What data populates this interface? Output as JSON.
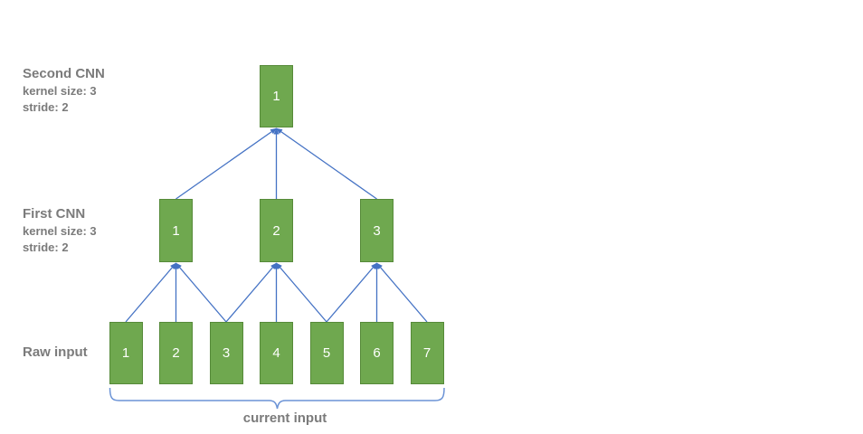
{
  "colors": {
    "box_fill": "#6FA84F",
    "box_border": "#568A39",
    "box_text": "#FFFFFF",
    "arrow": "#4472C4",
    "brace": "#6B93D6",
    "label_text": "#7B7B7B",
    "background": "#FFFFFF"
  },
  "labels": {
    "second_cnn": {
      "title": "Second CNN",
      "kernel": "kernel size: 3",
      "stride": "stride: 2"
    },
    "first_cnn": {
      "title": "First CNN",
      "kernel": "kernel size: 3",
      "stride": "stride: 2"
    },
    "raw_input": {
      "title": "Raw input"
    }
  },
  "boxes": {
    "second_cnn": [
      "1"
    ],
    "first_cnn": [
      "1",
      "2",
      "3"
    ],
    "raw_input": [
      "1",
      "2",
      "3",
      "4",
      "5",
      "6",
      "7"
    ]
  },
  "brace_label": "current input",
  "connections": [
    {
      "from": "raw_input.1",
      "to": "first_cnn.1"
    },
    {
      "from": "raw_input.2",
      "to": "first_cnn.1"
    },
    {
      "from": "raw_input.3",
      "to": "first_cnn.1"
    },
    {
      "from": "raw_input.3",
      "to": "first_cnn.2"
    },
    {
      "from": "raw_input.4",
      "to": "first_cnn.2"
    },
    {
      "from": "raw_input.5",
      "to": "first_cnn.2"
    },
    {
      "from": "raw_input.5",
      "to": "first_cnn.3"
    },
    {
      "from": "raw_input.6",
      "to": "first_cnn.3"
    },
    {
      "from": "raw_input.7",
      "to": "first_cnn.3"
    },
    {
      "from": "first_cnn.1",
      "to": "second_cnn.1"
    },
    {
      "from": "first_cnn.2",
      "to": "second_cnn.1"
    },
    {
      "from": "first_cnn.3",
      "to": "second_cnn.1"
    }
  ]
}
